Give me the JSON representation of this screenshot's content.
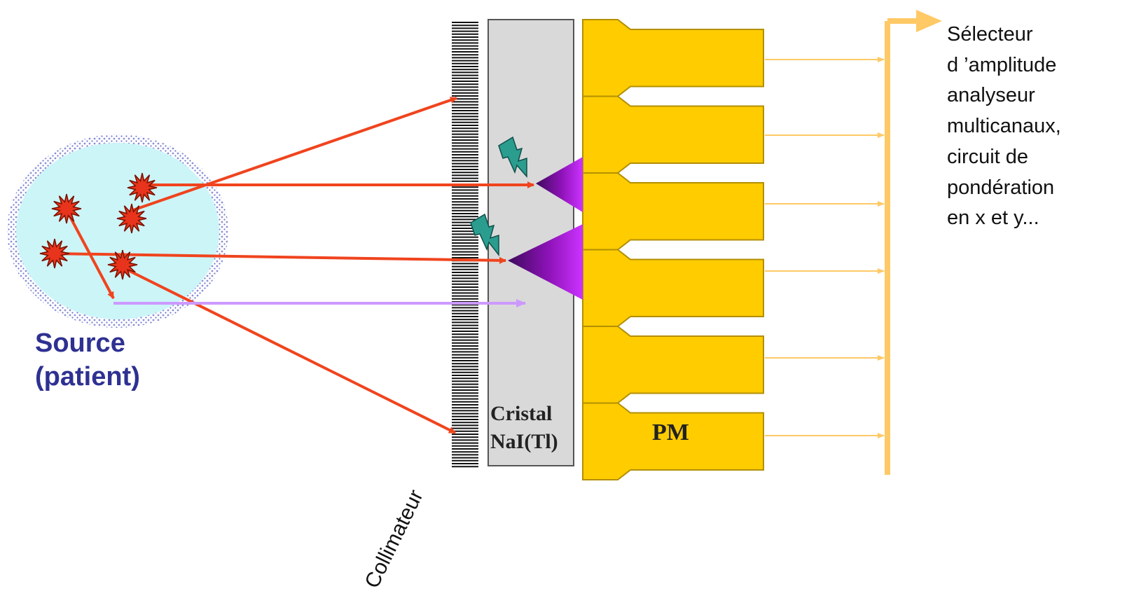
{
  "labels": {
    "source_line1": "Source",
    "source_line2": "(patient)",
    "crystal_line1": "Cristal",
    "crystal_line2": "NaI(Tl)",
    "pm": "PM",
    "collimator": "Collimateur",
    "selector_lines": [
      "Sélecteur",
      "d ’amplitude",
      "analyseur",
      "multicanaux,",
      "circuit de",
      "pondération",
      "en x et y..."
    ]
  },
  "colors": {
    "patient_fill": "#ccf5f8",
    "patient_dots": "#8a8fd6",
    "emission_star": "#e8341c",
    "gamma_ray": "#f0441e",
    "scattered_ray": "#cc99ff",
    "crystal": "#d9d9d9",
    "pm_tube": "#ffcc00",
    "pm_outline": "#cc9900",
    "light_cone": "#9900cc",
    "flash": "#2a9d8f",
    "signal_line": "#ffc966",
    "bus": "#ffc966",
    "source_text": "#2e3192"
  },
  "icons": {
    "emission": "starburst-icon",
    "scintillation": "lightning-icon"
  }
}
